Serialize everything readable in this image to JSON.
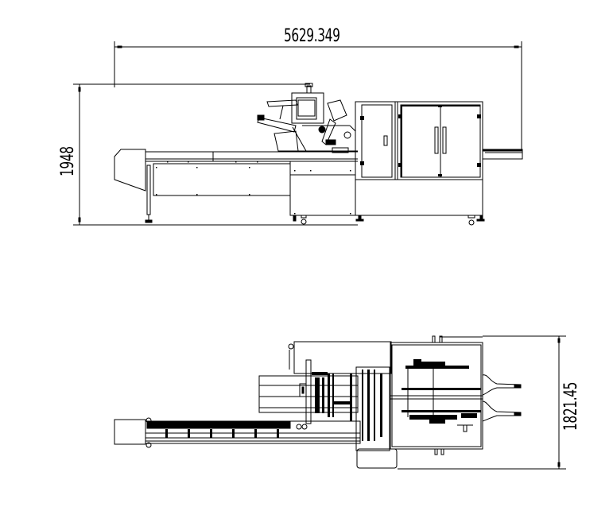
{
  "drawing": {
    "type": "CAD technical drawing",
    "subject": "horizontal flow-wrap packaging machine",
    "line_color": "#000000",
    "background_color": "#ffffff",
    "views": [
      {
        "id": "front-elevation",
        "label": "Front elevation view"
      },
      {
        "id": "top-plan",
        "label": "Top plan view"
      }
    ]
  },
  "dimensions": {
    "overall_length": "5629.349",
    "overall_height": "1948",
    "overall_width": "1821.45"
  }
}
